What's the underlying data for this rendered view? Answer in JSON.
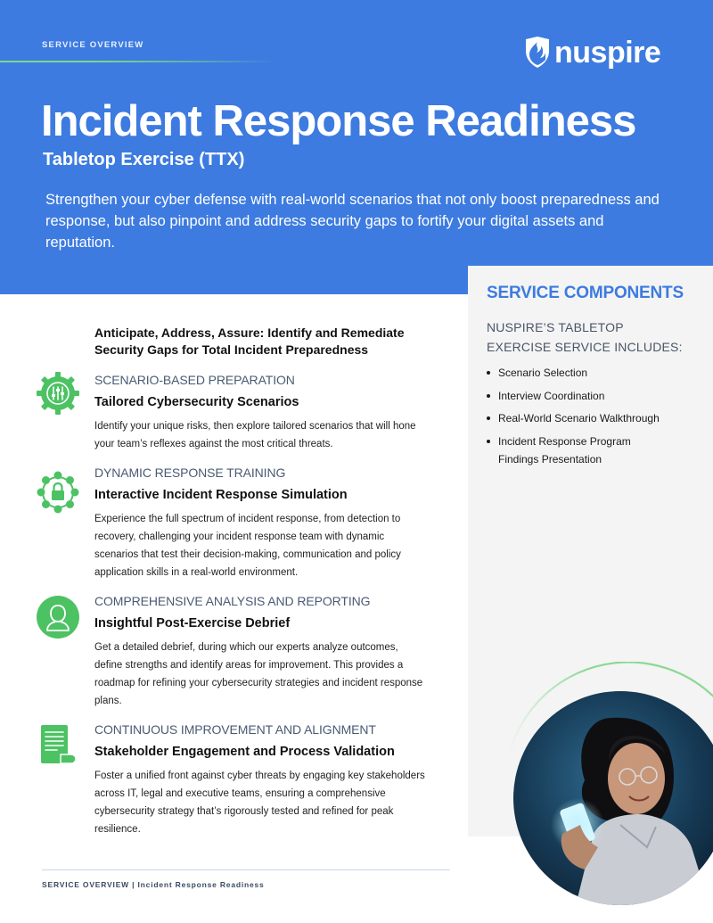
{
  "header": {
    "eyebrow": "SERVICE OVERVIEW",
    "brand": "nuspire",
    "title": "Incident Response Readiness",
    "subtitle": "Tabletop Exercise (TTX)",
    "intro": "Strengthen your cyber defense with real-world scenarios that not only boost preparedness and response, but also pinpoint and address security gaps to fortify your digital assets and reputation."
  },
  "colors": {
    "brand_blue": "#3d7be0",
    "accent_green": "#4cc263",
    "panel_gray": "#f4f4f4"
  },
  "components": {
    "title": "SERVICE COMPONENTS",
    "subtitle": "NUSPIRE’S TABLETOP EXERCISE SERVICE INCLUDES:",
    "items": [
      "Scenario Selection",
      "Interview Coordination",
      "Real-World Scenario Walkthrough",
      "Incident Response Program Findings Presentation"
    ]
  },
  "main": {
    "lead": "Anticipate, Address, Assure: Identify and Remediate Security Gaps for Total Incident Preparedness",
    "features": [
      {
        "icon": "gear-sliders-icon",
        "eyebrow": "SCENARIO-BASED PREPARATION",
        "title": "Tailored Cybersecurity Scenarios",
        "description": "Identify your unique risks, then explore tailored scenarios that will hone your team’s reflexes against the most critical threats."
      },
      {
        "icon": "network-lock-icon",
        "eyebrow": "DYNAMIC RESPONSE TRAINING",
        "title": "Interactive Incident Response Simulation",
        "description": "Experience the full spectrum of incident response, from detection to recovery, challenging your incident response team with dynamic scenarios that test their decision-making, communication and policy application skills in a real-world environment."
      },
      {
        "icon": "user-profile-icon",
        "eyebrow": "COMPREHENSIVE ANALYSIS AND REPORTING",
        "title": "Insightful Post-Exercise Debrief",
        "description": "Get a detailed debrief, during which our experts analyze outcomes, define strengths and identify areas for improvement. This provides a roadmap for refining your cybersecurity strategies and incident response plans."
      },
      {
        "icon": "document-scroll-icon",
        "eyebrow": "CONTINUOUS IMPROVEMENT AND ALIGNMENT",
        "title": "Stakeholder Engagement and Process Validation",
        "description": "Foster a unified front against cyber threats by engaging key stakeholders across IT, legal and executive teams, ensuring a comprehensive cybersecurity strategy that’s rigorously tested and refined for peak resilience."
      }
    ]
  },
  "footer": {
    "section": "SERVICE OVERVIEW",
    "separator": "|",
    "page_title": "Incident Response Readiness"
  }
}
